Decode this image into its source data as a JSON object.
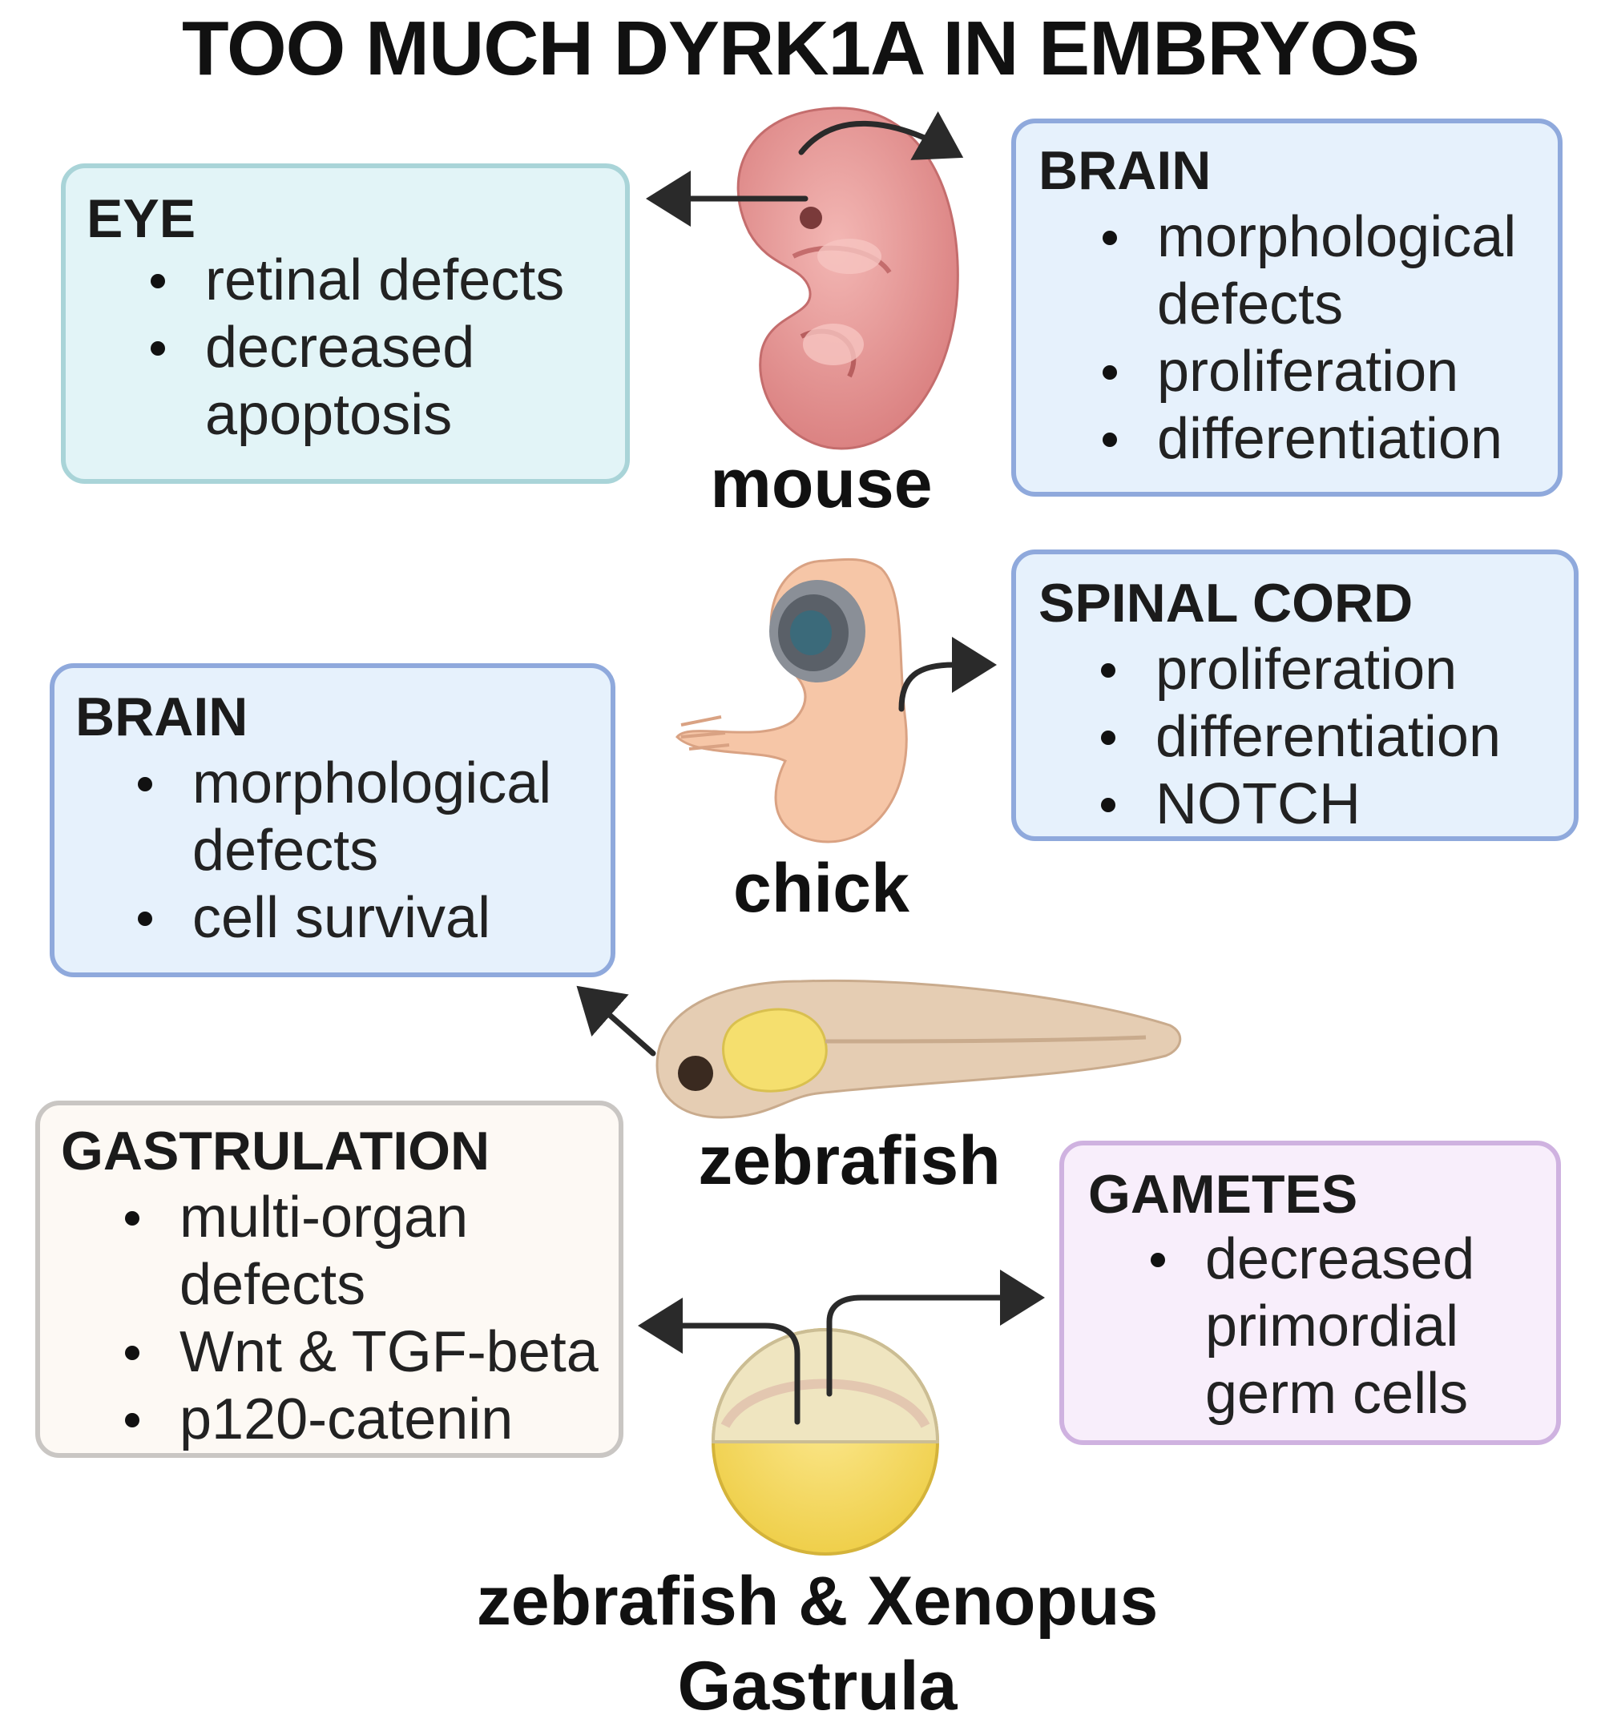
{
  "title": "TOO MUCH DYRK1A IN EMBRYOS",
  "colors": {
    "eye_fill": "#e2f4f7",
    "eye_border": "#a9d4d8",
    "brain_fill": "#e6f1fc",
    "brain_border": "#8fa9dc",
    "gastrulation_fill": "#fdf9f4",
    "gastrulation_border": "#c9c6c3",
    "gametes_fill": "#f8eefb",
    "gametes_border": "#cfb2e0",
    "arrow": "#2a2a2a"
  },
  "organisms": {
    "mouse": "mouse",
    "chick": "chick",
    "zebrafish": "zebrafish",
    "gastrula_line1": "zebrafish & Xenopus",
    "gastrula_line2": "Gastrula"
  },
  "boxes": {
    "eye": {
      "title": "EYE",
      "items": [
        "retinal defects",
        "decreased apoptosis"
      ]
    },
    "mouse_brain": {
      "title": "BRAIN",
      "items": [
        "morphological defects",
        "proliferation",
        "differentiation"
      ]
    },
    "spinal_cord": {
      "title": "SPINAL CORD",
      "items": [
        "proliferation",
        "differentiation",
        "NOTCH"
      ]
    },
    "fish_brain": {
      "title": "BRAIN",
      "items": [
        "morphological defects",
        "cell survival"
      ]
    },
    "gastrulation": {
      "title": "GASTRULATION",
      "items": [
        "multi-organ defects",
        "Wnt & TGF-beta",
        "p120-catenin"
      ]
    },
    "gametes": {
      "title": "GAMETES",
      "items": [
        "decreased primordial germ cells"
      ]
    }
  }
}
